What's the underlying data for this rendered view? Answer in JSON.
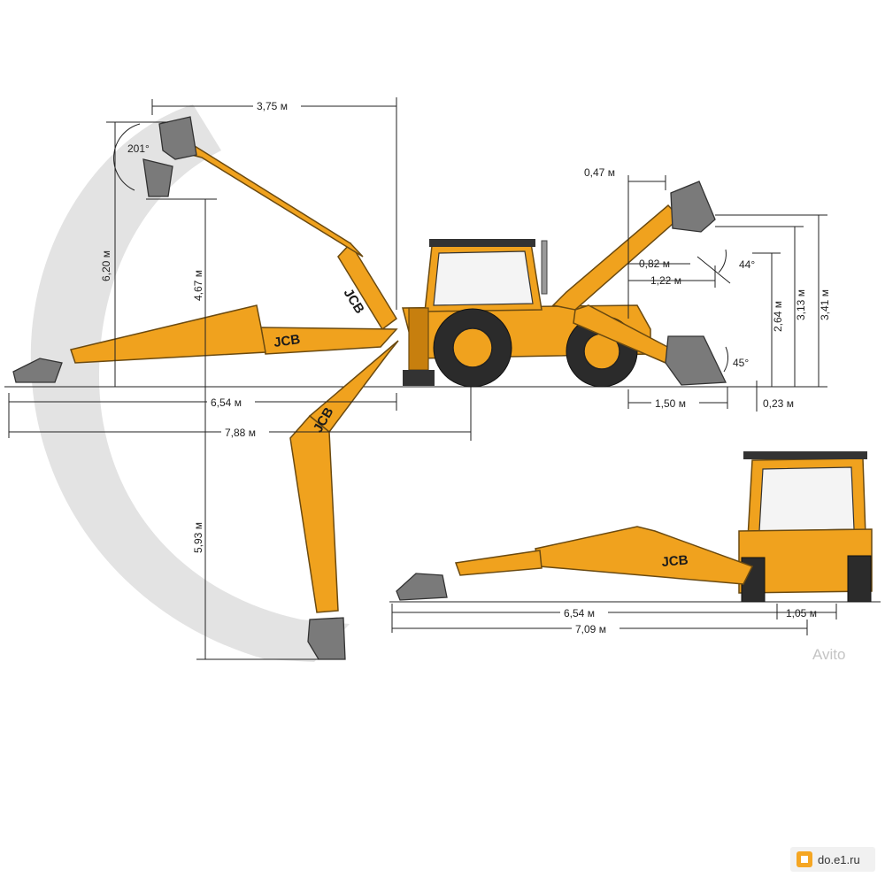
{
  "brand": "JCB",
  "colors": {
    "machine_body": "#f0a21e",
    "bucket": "#7a7a7a",
    "reach_arc": "#e3e3e3",
    "dimension_lines": "#222222"
  },
  "dimensions": {
    "reach_height_offset": "3,75 м",
    "bucket_rotation": "201°",
    "max_dig_height": "6,20 м",
    "dump_height": "4,67 м",
    "reach_ground_pivot": "6,54 м",
    "max_reach": "7,88 м",
    "max_dig_depth": "5,93 м",
    "loader_reach_047": "0,47 м",
    "loader_reach_082": "0,82 м",
    "loader_reach_122": "1,22 м",
    "loader_dump_angle": "44°",
    "loader_rollback_angle": "45°",
    "loader_dump_clearance": "2,64 м",
    "loader_hinge_height": "3,13 м",
    "loader_max_height": "3,41 м",
    "loader_reach_ground": "1,50 м",
    "loader_dig_depth": "0,23 м",
    "side_reach_654": "6,54 м",
    "side_offset": "1,05 м",
    "side_reach_709": "7,09 м"
  },
  "watermarks": {
    "avito": "Avito",
    "site": "do.e1.ru"
  }
}
